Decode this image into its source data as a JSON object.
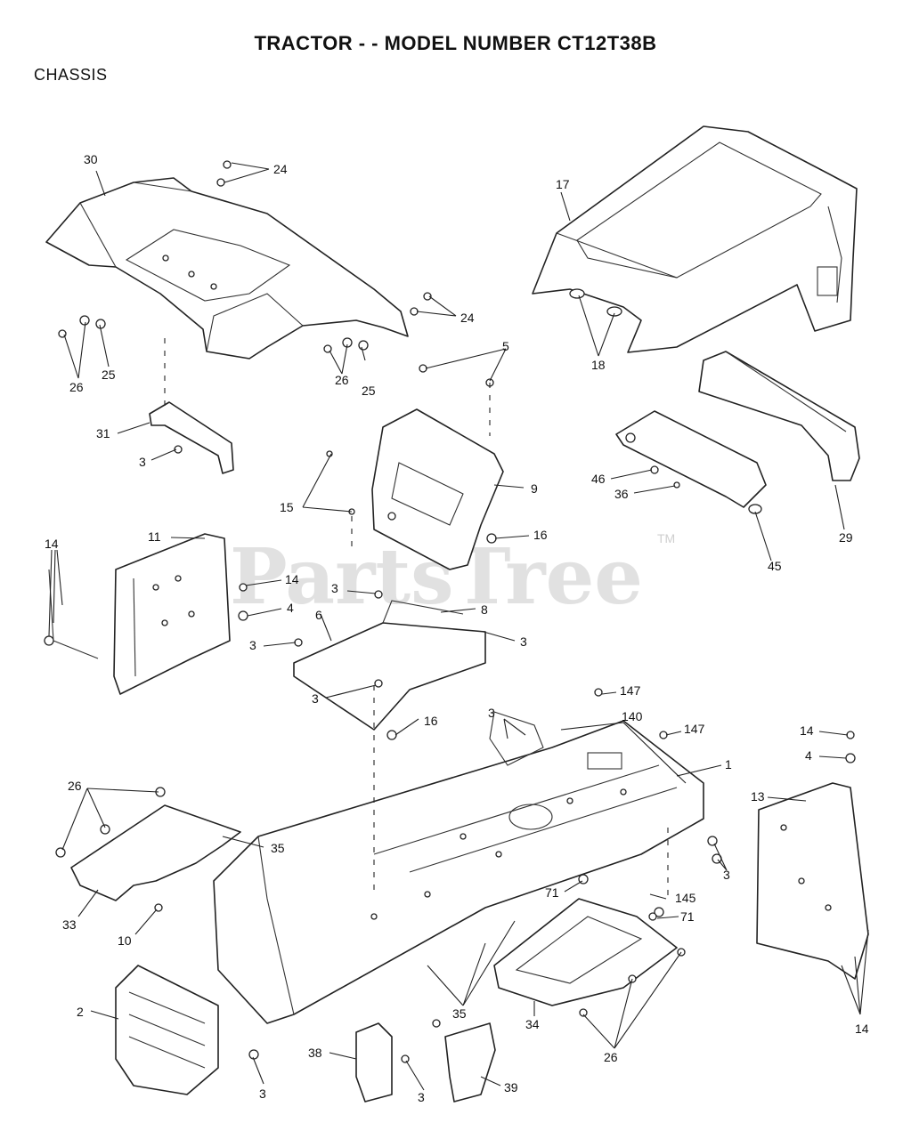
{
  "header": {
    "title": "TRACTOR - - MODEL NUMBER CT12T38B",
    "section": "CHASSIS"
  },
  "watermark": {
    "text": "PartsTree",
    "mark": "TM"
  },
  "callouts": {
    "c30": "30",
    "c24a": "24",
    "c24b": "24",
    "c17": "17",
    "c18": "18",
    "c26a": "26",
    "c25a": "25",
    "c26b": "26",
    "c25b": "25",
    "c5": "5",
    "c31": "31",
    "c3a": "3",
    "c9": "9",
    "c15": "15",
    "c16a": "16",
    "c46": "46",
    "c36": "36",
    "c45": "45",
    "c29": "29",
    "c14a": "14",
    "c11": "11",
    "c14b": "14",
    "c4a": "4",
    "c3b": "3",
    "c8": "8",
    "c6": "6",
    "c3c": "3",
    "c3d": "3",
    "c3e": "3",
    "c16b": "16",
    "c147a": "147",
    "c3f": "3",
    "c140": "140",
    "c147b": "147",
    "c14c": "14",
    "c4b": "4",
    "c1": "1",
    "c26c": "26",
    "c13": "13",
    "c35a": "35",
    "c3g": "3",
    "c71a": "71",
    "c145": "145",
    "c71b": "71",
    "c33": "33",
    "c10": "10",
    "c35b": "35",
    "c34": "34",
    "c14d": "14",
    "c2": "2",
    "c26d": "26",
    "c38": "38",
    "c39": "39",
    "c3h": "3",
    "c3i": "3"
  }
}
